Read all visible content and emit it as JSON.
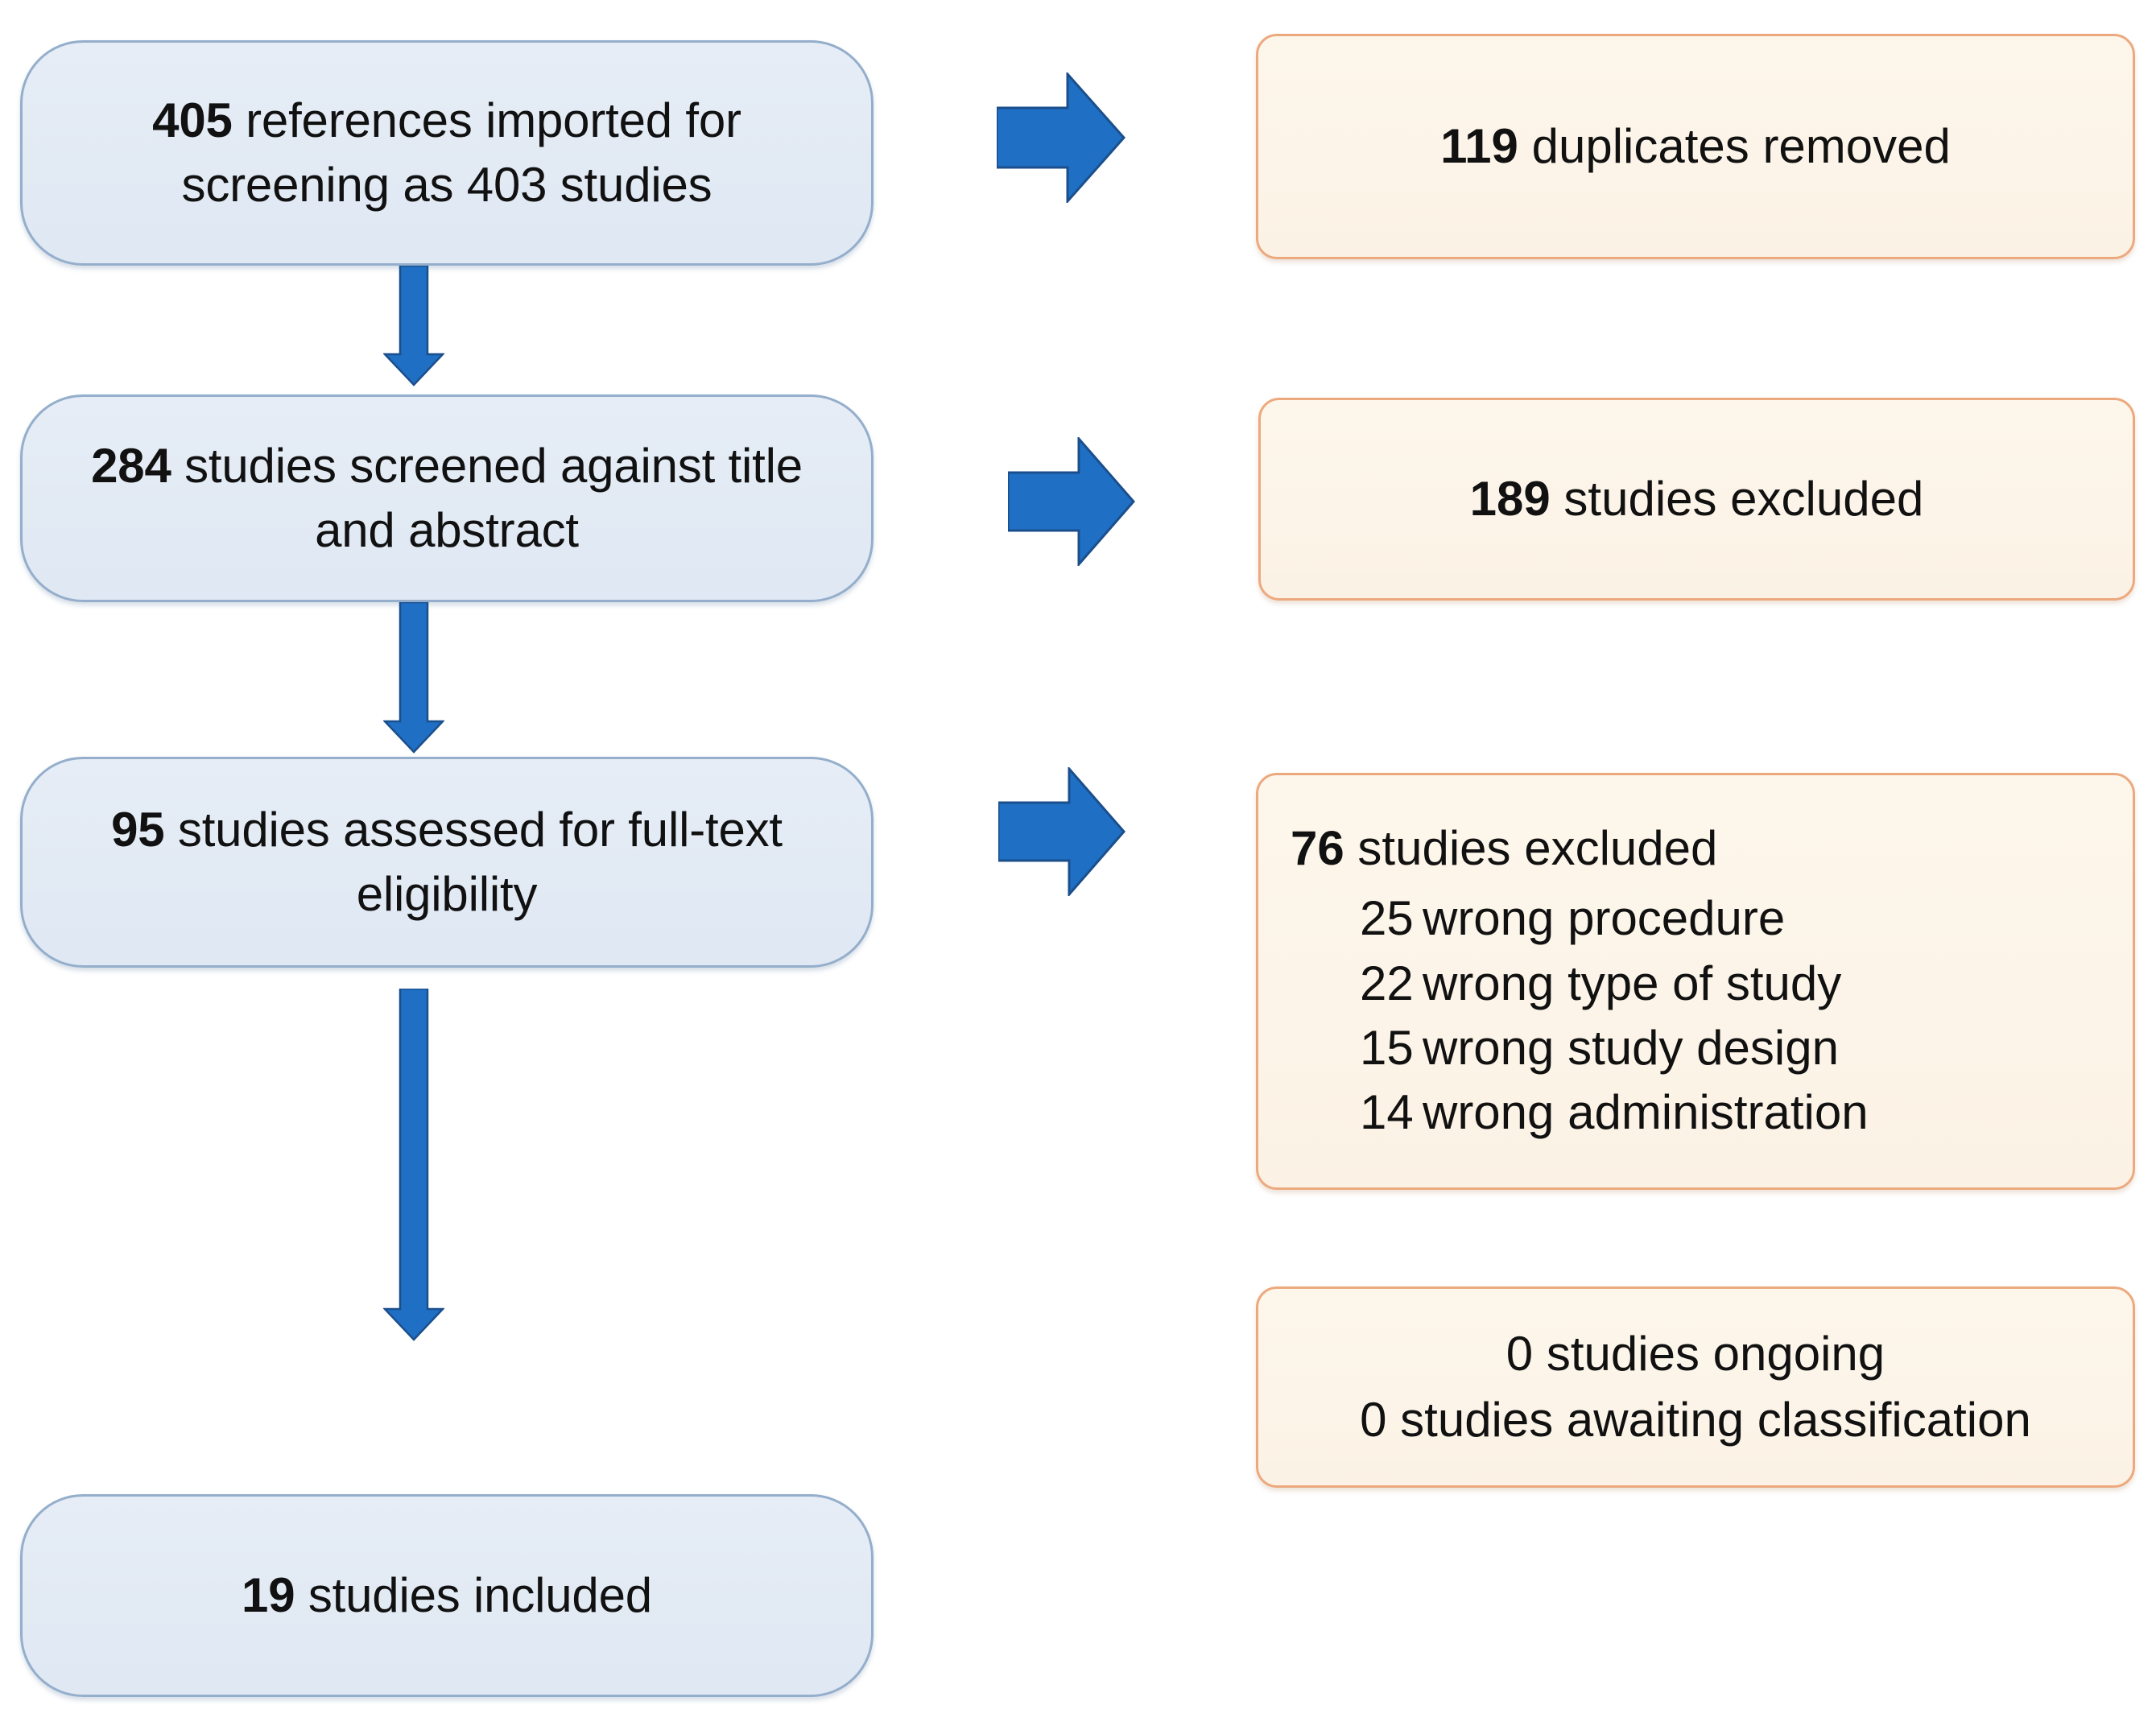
{
  "diagram": {
    "type": "PRISMA study selection flow diagram",
    "accent_colors": {
      "arrow_blue": "#1f6fc4",
      "stage_box_fill": "#e3ebf5",
      "stage_box_border": "#94aecb",
      "result_box_fill": "#fdf6ea",
      "result_box_border": "#eda97e"
    },
    "stages": [
      {
        "id": "imported",
        "count": "405",
        "text": "references imported for screening as 403 studies",
        "line1_count": "405",
        "line1_rest": " references imported for",
        "line2": "screening as 403 studies"
      },
      {
        "id": "screened",
        "count": "284",
        "text": "studies screened against title and abstract",
        "line1_count": "284",
        "line1_rest": " studies screened against title",
        "line2": "and abstract"
      },
      {
        "id": "full-text",
        "count": "95",
        "text": "studies assessed for full-text eligibility",
        "line1_count": "95",
        "line1_rest": " studies assessed for full-text",
        "line2": "eligibility"
      },
      {
        "id": "included",
        "count": "19",
        "text": "studies included",
        "line1_count": "19",
        "line1_rest": " studies included",
        "line2": ""
      }
    ],
    "results": [
      {
        "id": "duplicates",
        "count": "119",
        "label": " duplicates removed"
      },
      {
        "id": "excluded-title-abstract",
        "count": "189",
        "label": " studies excluded"
      }
    ],
    "exclusions": {
      "id": "excluded-full-text",
      "count": "76",
      "label": " studies excluded",
      "reasons": [
        {
          "count": "25",
          "reason": "wrong procedure"
        },
        {
          "count": "22",
          "reason": "wrong type of study"
        },
        {
          "count": "15",
          "reason": "wrong study design"
        },
        {
          "count": "14",
          "reason": "wrong administration"
        }
      ]
    },
    "status": {
      "id": "ongoing-awaiting",
      "line1": "0 studies ongoing",
      "line2": "0 studies awaiting classification"
    }
  }
}
